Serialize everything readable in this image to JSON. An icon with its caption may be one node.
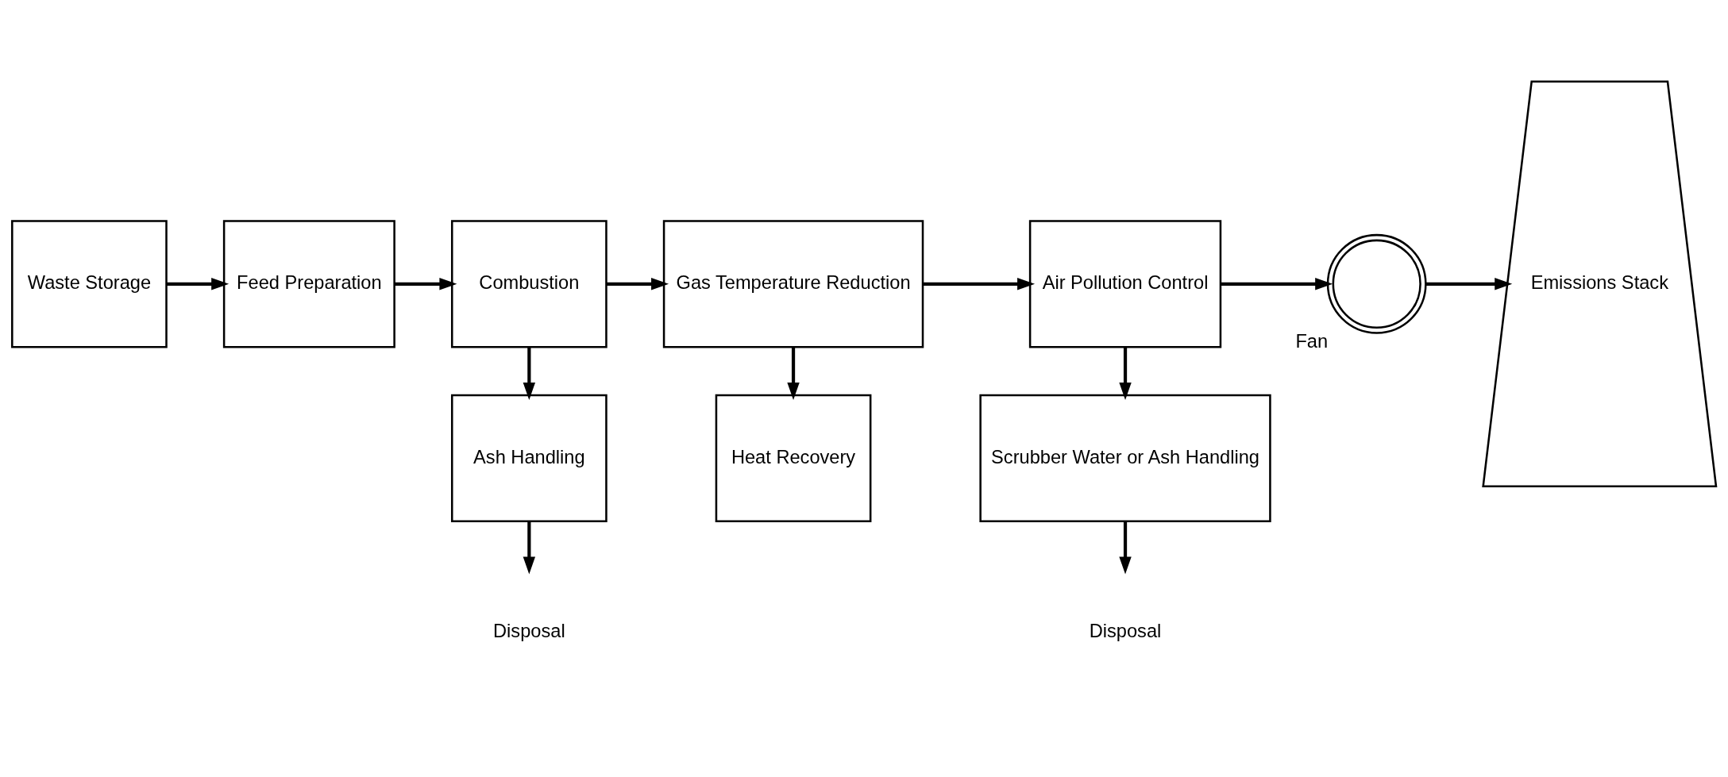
{
  "diagram": {
    "nodes": [
      {
        "text": [
          "Waste Storage"
        ]
      },
      {
        "text": [
          "Feed Preparation"
        ]
      },
      {
        "text": [
          "Combustion"
        ]
      },
      {
        "text": [
          "Gas Temperature Reduction"
        ]
      },
      {
        "text": [
          "Heat Recovery"
        ]
      },
      {
        "text": [
          "Air Pollution Control"
        ]
      },
      {
        "text": [
          "Ash Handling"
        ]
      },
      {
        "text": [
          "Scrubber Water or Ash Handling"
        ]
      },
      {
        "text": [
          "Disposal"
        ]
      },
      {
        "text": [
          "Disposal"
        ]
      },
      {
        "text": [],
        "shape": "circle",
        "beside": [
          "Fan"
        ]
      },
      {
        "text": [
          "Emissions Stack"
        ]
      }
    ],
    "edges": [
      {
        "from": 0,
        "to": 1,
        "arrow": "to"
      },
      {
        "from": 1,
        "to": 2,
        "arrow": "to"
      },
      {
        "from": 2,
        "to": 3,
        "arrow": "to"
      },
      {
        "from": 3,
        "to": 4,
        "arrow": "to"
      },
      {
        "from": 3,
        "to": 5,
        "arrow": "to"
      },
      {
        "from": 2,
        "to": 6,
        "arrow": "to"
      },
      {
        "from": 5,
        "to": 7,
        "arrow": "to"
      },
      {
        "from": 6,
        "to": 8,
        "arrow": "to"
      },
      {
        "from": 7,
        "to": 9,
        "arrow": "to"
      },
      {
        "from": 5,
        "to": 10,
        "arrow": "to"
      },
      {
        "from": 10,
        "to": 11,
        "arrow": "to"
      }
    ]
  }
}
